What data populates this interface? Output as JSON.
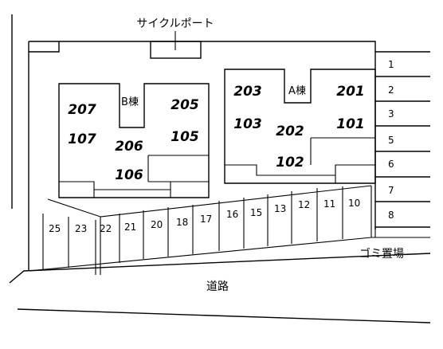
{
  "labels": {
    "cycle_port": "サイクルポート",
    "building_a": "A棟",
    "building_b": "B棟",
    "road": "道路",
    "garbage": "ゴミ置場"
  },
  "units_a": [
    "203",
    "201",
    "103",
    "202",
    "101",
    "102"
  ],
  "units_b": [
    "207",
    "205",
    "107",
    "206",
    "105",
    "106"
  ],
  "parking_right": [
    "1",
    "2",
    "3",
    "5",
    "6",
    "7",
    "8"
  ],
  "parking_bottom": [
    "25",
    "23",
    "22",
    "21",
    "20",
    "18",
    "17",
    "16",
    "15",
    "13",
    "12",
    "11",
    "10"
  ]
}
